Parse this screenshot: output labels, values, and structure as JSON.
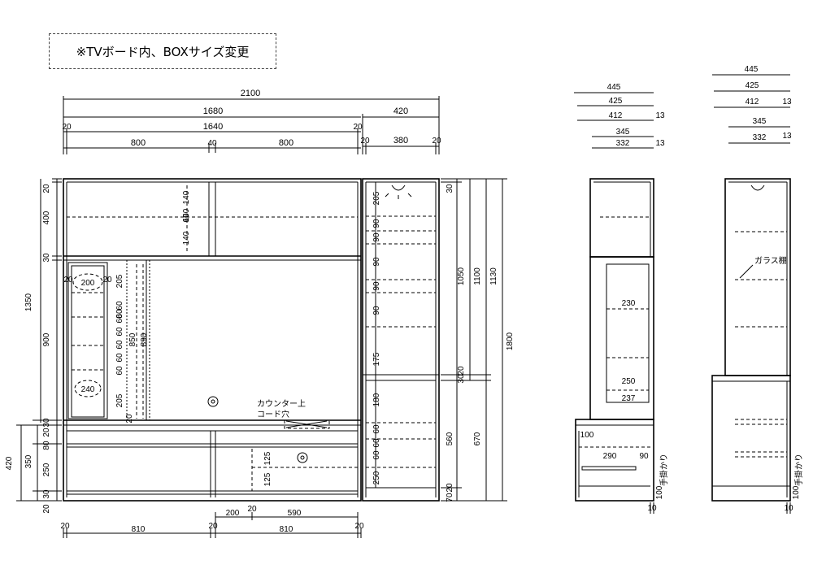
{
  "note": "※TVボード内、BOXサイズ変更",
  "labels": {
    "counter_hole_1": "カウンター上",
    "counter_hole_2": "コード穴",
    "glass_shelf": "ガラス棚",
    "handle_right": "手掛かり",
    "handle_right2": "手掛かり"
  },
  "front": {
    "top_dims": [
      "2100",
      "1680",
      "420",
      "20",
      "1640",
      "20",
      "800",
      "40",
      "800",
      "20",
      "380",
      "20"
    ],
    "left_dims": [
      "20",
      "400",
      "30",
      "1350",
      "900",
      "30",
      "420",
      "20",
      "80",
      "350",
      "250",
      "30",
      "20"
    ],
    "right_dims": [
      "30",
      "1050",
      "1100",
      "1130",
      "1800",
      "20",
      "30",
      "560",
      "670",
      "20",
      "70"
    ],
    "bottom_dims": [
      "200",
      "20",
      "590",
      "20",
      "810",
      "20",
      "810",
      "20"
    ],
    "inner_dims": [
      "140",
      "160",
      "60",
      "140",
      "200",
      "20",
      "20",
      "205",
      "890",
      "850",
      "60",
      "60",
      "60",
      "60",
      "60",
      "60",
      "60",
      "240",
      "205",
      "20",
      "125",
      "125"
    ],
    "tower_dims": [
      "205",
      "90",
      "90",
      "90",
      "90",
      "90",
      "175",
      "180",
      "60",
      "60",
      "60",
      "250"
    ]
  },
  "side_a": {
    "dims": [
      "445",
      "425",
      "412",
      "13",
      "345",
      "332",
      "13",
      "230",
      "250",
      "237",
      "100",
      "290",
      "90",
      "100",
      "10"
    ]
  },
  "side_b": {
    "dims": [
      "445",
      "425",
      "412",
      "13",
      "345",
      "332",
      "13",
      "100",
      "10"
    ]
  }
}
